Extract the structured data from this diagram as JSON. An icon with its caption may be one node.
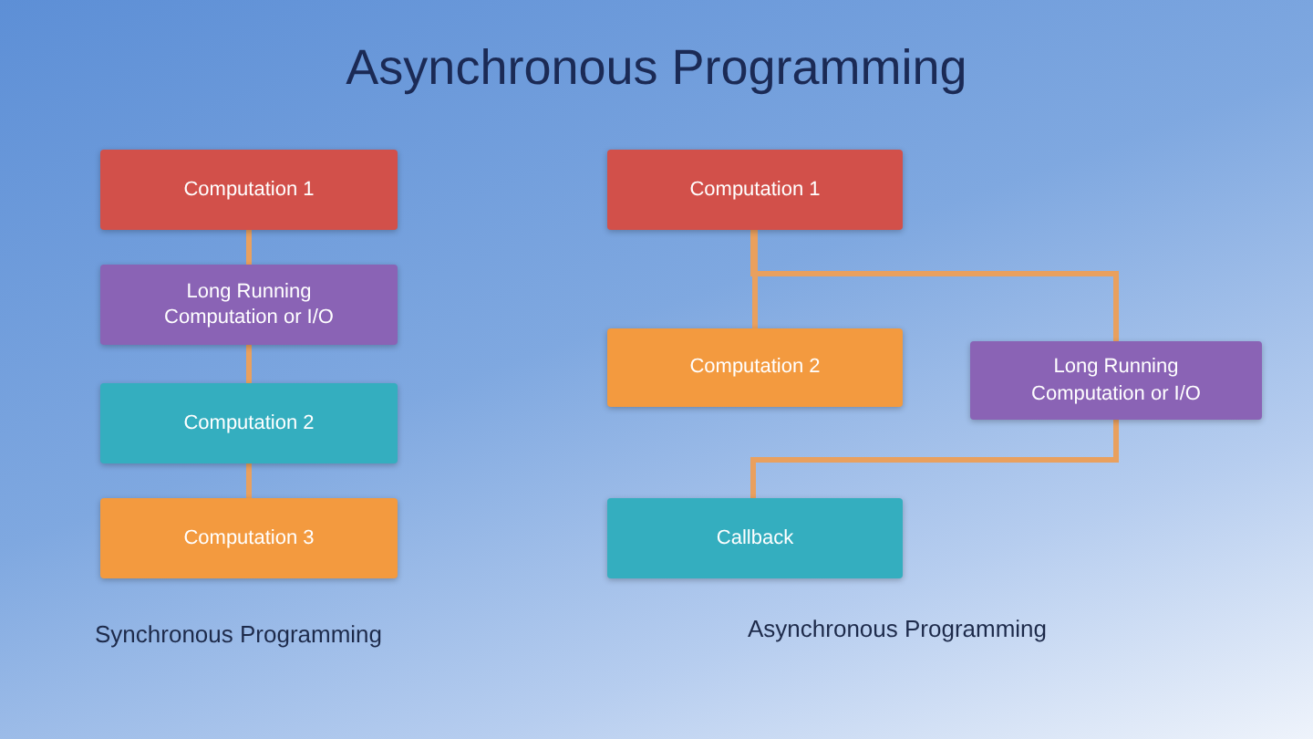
{
  "diagram": {
    "title": "Asynchronous Programming",
    "nodes": [
      {
        "text": [
          "Computation 1"
        ]
      },
      {
        "text": [
          "Long Running Computation or I/O"
        ]
      },
      {
        "text": [
          "Computation 2"
        ]
      },
      {
        "text": [
          "Computation 3"
        ]
      },
      {
        "text": [
          "Computation 1"
        ]
      },
      {
        "text": [
          "Computation 2"
        ]
      },
      {
        "text": [
          "Long Running Computation or I/O"
        ]
      },
      {
        "text": [
          "Callback"
        ]
      }
    ],
    "edges": [
      {
        "from": 0,
        "to": 1,
        "arrow": "none"
      },
      {
        "from": 1,
        "to": 2,
        "arrow": "none"
      },
      {
        "from": 2,
        "to": 3,
        "arrow": "none"
      },
      {
        "from": 4,
        "to": 5,
        "arrow": "none"
      },
      {
        "from": 4,
        "to": 6,
        "arrow": "none"
      },
      {
        "from": 6,
        "to": 7,
        "arrow": "none"
      }
    ],
    "labels": [
      "Synchronous Programming",
      "Asynchronous Programming"
    ]
  }
}
